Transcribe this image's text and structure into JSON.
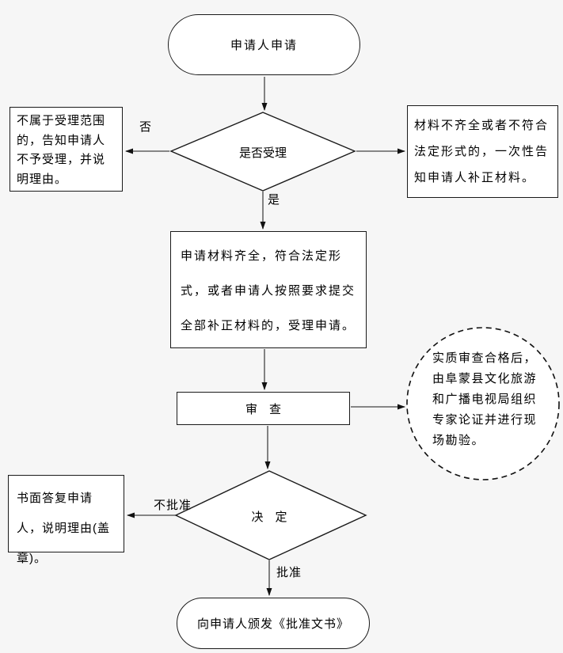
{
  "flowchart": {
    "nodes": {
      "start": {
        "label": "申请人申请",
        "shape": "stadium"
      },
      "accept_decision": {
        "label": "是否受理",
        "shape": "diamond"
      },
      "reject_notice": {
        "label": "不属于受理范围的，告知申请人不予受理，并说明理由。",
        "shape": "rect"
      },
      "supplement_notice": {
        "label": "材料不齐全或者不符合法定形式的，一次性告知申请人补正材料。",
        "shape": "rect"
      },
      "accept_application": {
        "label": "申请材料齐全，符合法定形式，或者申请人按照要求提交全部补正材料的，受理申请。",
        "shape": "rect"
      },
      "review": {
        "label": "审　查",
        "shape": "rect"
      },
      "expert_review": {
        "label": "实质审查合格后，由阜蒙县文化旅游和广播电视局组织专家论证并进行现场勘验。",
        "shape": "dashed-circle"
      },
      "decision": {
        "label": "决　定",
        "shape": "diamond"
      },
      "written_reply": {
        "label": "书面答复申请人，说明理由(盖章)。",
        "shape": "rect"
      },
      "issue_document": {
        "label": "向申请人颁发《批准文书》",
        "shape": "stadium"
      }
    },
    "edges": [
      {
        "from": "start",
        "to": "accept_decision",
        "label": ""
      },
      {
        "from": "accept_decision",
        "to": "reject_notice",
        "label": "否"
      },
      {
        "from": "accept_decision",
        "to": "supplement_notice",
        "label": ""
      },
      {
        "from": "accept_decision",
        "to": "accept_application",
        "label": "是"
      },
      {
        "from": "accept_application",
        "to": "review",
        "label": ""
      },
      {
        "from": "review",
        "to": "expert_review",
        "label": ""
      },
      {
        "from": "review",
        "to": "decision",
        "label": ""
      },
      {
        "from": "decision",
        "to": "written_reply",
        "label": "不批准"
      },
      {
        "from": "decision",
        "to": "issue_document",
        "label": "批准"
      }
    ],
    "colors": {
      "background": "#f6f6f6",
      "node_fill": "#ffffff",
      "node_border": "#1a1a1a",
      "connector": "#444444",
      "text": "#000000"
    }
  }
}
